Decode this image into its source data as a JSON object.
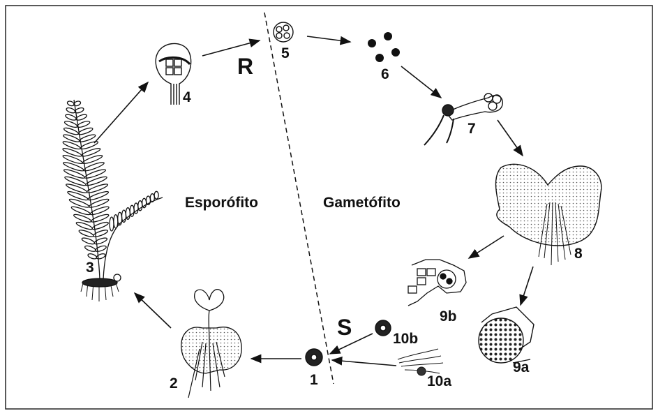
{
  "labels": {
    "sporophyte": "Esporófito",
    "gametophyte": "Gametófito",
    "meiosis": "R",
    "fertilization": "S"
  },
  "stages": {
    "s1": "1",
    "s2": "2",
    "s3": "3",
    "s4": "4",
    "s5": "5",
    "s6": "6",
    "s7": "7",
    "s8": "8",
    "s9a": "9a",
    "s9b": "9b",
    "s10a": "10a",
    "s10b": "10b"
  }
}
